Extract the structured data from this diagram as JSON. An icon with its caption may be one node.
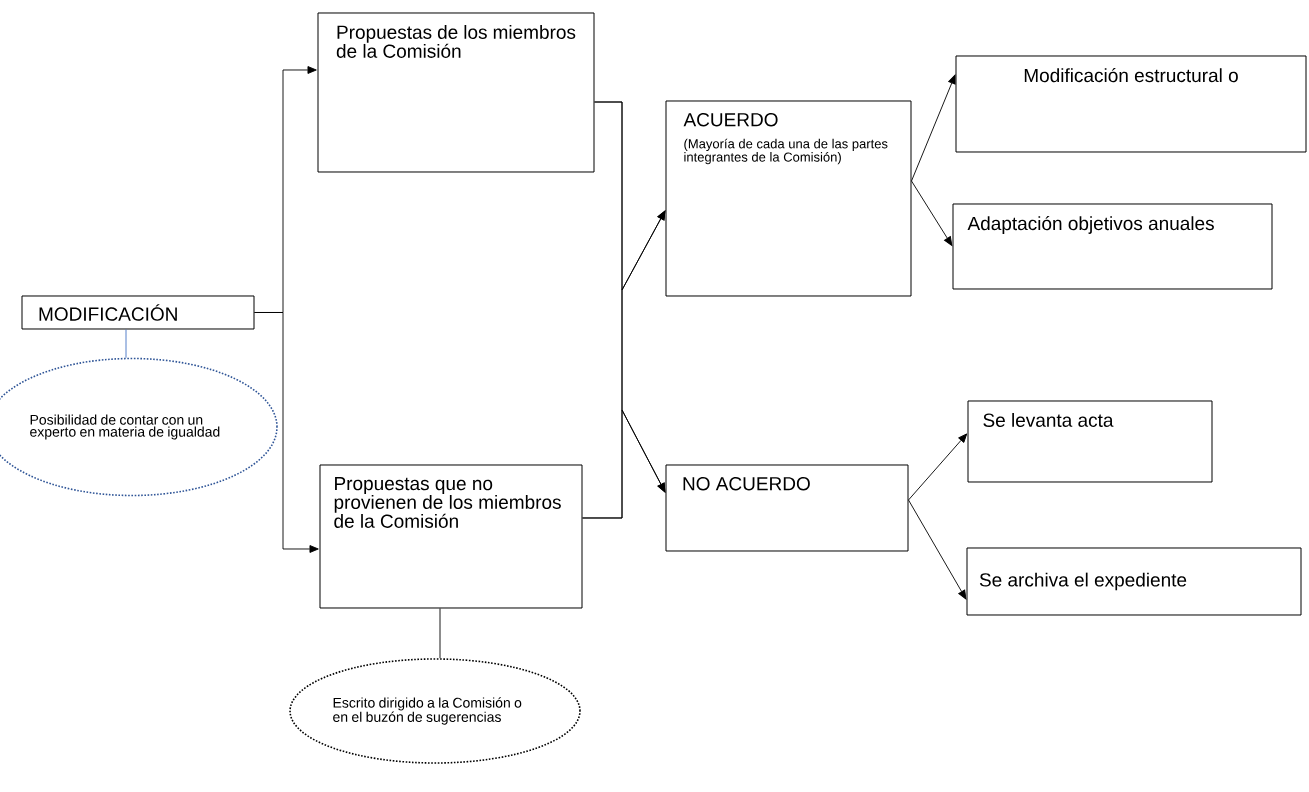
{
  "diagram": {
    "nodes": [
      {
        "text": [
          "MODIFICACIÓN"
        ]
      },
      {
        "text": [
          "Posibilidad de contar con un experto en materia de igualdad"
        ]
      },
      {
        "text": [
          "Propuestas de los miembros de la Comisión"
        ]
      },
      {
        "text": [
          "Propuestas que no provienen de los miembros de la Comisión"
        ]
      },
      {
        "text": [
          "Escrito dirigido a la Comisión o en el buzón de sugerencias"
        ]
      },
      {
        "text": [
          "ACUERDO",
          "(Mayoría de cada una de las partes integrantes de la Comisión)"
        ]
      },
      {
        "text": [
          "Modificación estructural o"
        ]
      },
      {
        "text": [
          "Adaptación objetivos anuales"
        ]
      },
      {
        "text": [
          "NO ACUERDO"
        ]
      },
      {
        "text": [
          "Se levanta acta"
        ]
      },
      {
        "text": [
          "Se archiva el expediente"
        ]
      }
    ],
    "edges": [
      {
        "from": 0,
        "to": 2,
        "arrow": "to"
      },
      {
        "from": 0,
        "to": 3,
        "arrow": "to"
      },
      {
        "from": 0,
        "to": 1,
        "arrow": "none",
        "color": "#4472c4"
      },
      {
        "from": 3,
        "to": 4,
        "arrow": "none"
      },
      {
        "from": 2,
        "to": 5,
        "arrow": "to"
      },
      {
        "from": 3,
        "to": 5,
        "arrow": "to"
      },
      {
        "from": 2,
        "to": 8,
        "arrow": "to"
      },
      {
        "from": 3,
        "to": 8,
        "arrow": "to"
      },
      {
        "from": 5,
        "to": 6,
        "arrow": "to"
      },
      {
        "from": 5,
        "to": 7,
        "arrow": "to"
      },
      {
        "from": 8,
        "to": 9,
        "arrow": "to"
      },
      {
        "from": 8,
        "to": 10,
        "arrow": "to"
      }
    ]
  }
}
